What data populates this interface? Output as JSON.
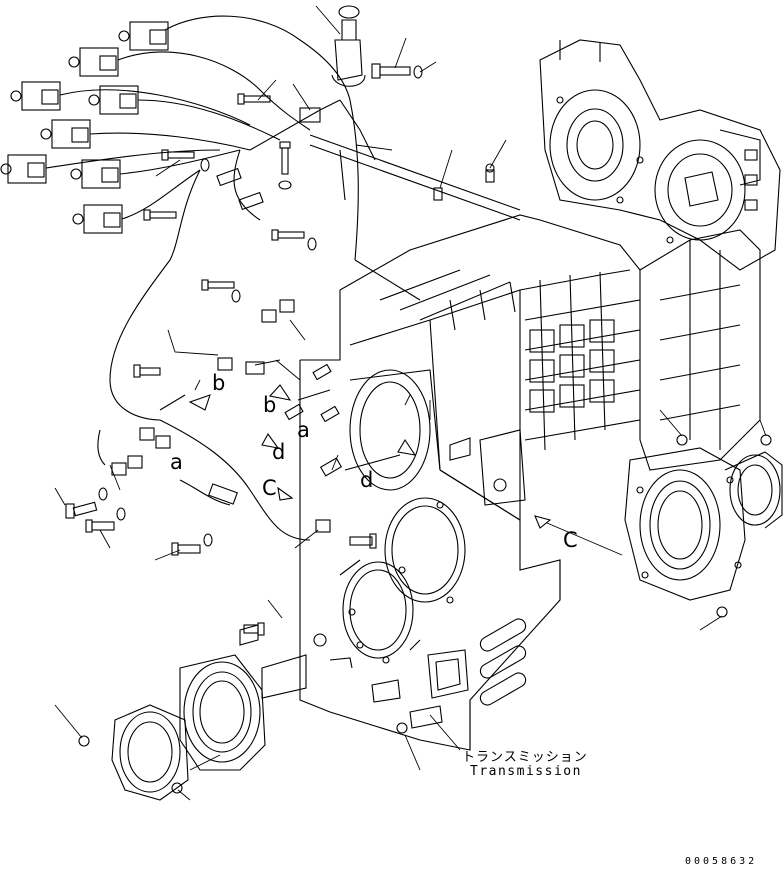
{
  "caption": {
    "japanese": "トランスミッション",
    "english": "Transmission"
  },
  "figure_number": "00058632",
  "view_markers": {
    "a1": "a",
    "a2": "a",
    "b1": "b",
    "b2": "b",
    "c1": "C",
    "c2": "C",
    "d1": "d",
    "d2": "d"
  }
}
